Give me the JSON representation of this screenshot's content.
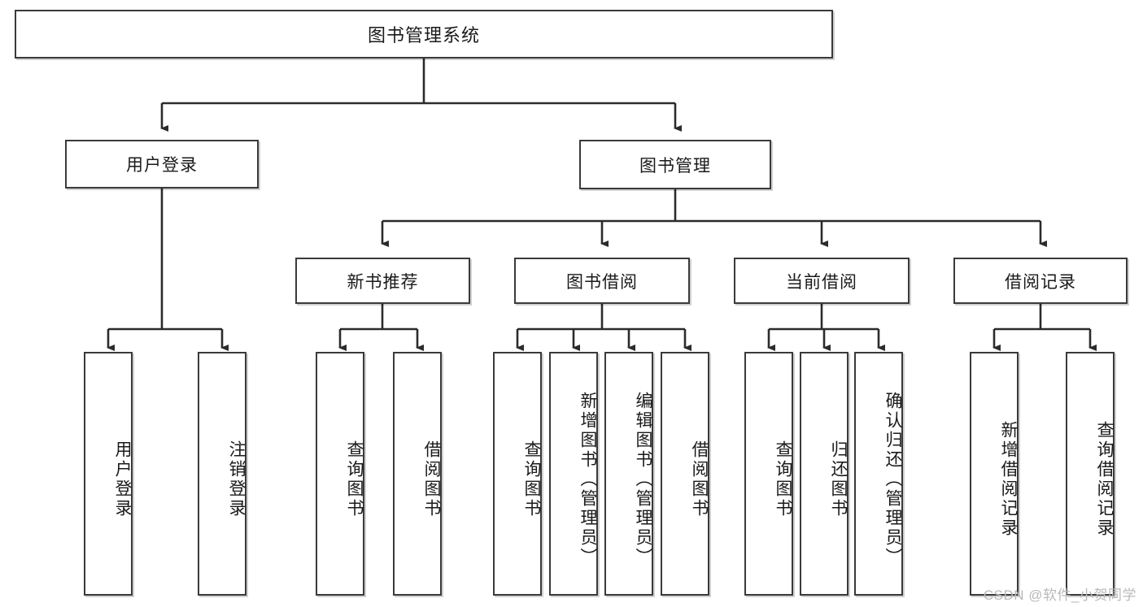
{
  "diagram": {
    "type": "tree-hierarchy",
    "title": "图书管理系统",
    "watermark": "CSDN @软件_小贺同学",
    "colors": {
      "box_border": "#3a3a3a",
      "background": "#ffffff",
      "text": "#1a1a1a",
      "connector": "#2b2b2b",
      "watermark": "#b9b9b9"
    },
    "root": {
      "label": "图书管理系统"
    },
    "level2": [
      {
        "label": "用户登录"
      },
      {
        "label": "图书管理"
      }
    ],
    "level3": [
      {
        "label": "新书推荐"
      },
      {
        "label": "图书借阅"
      },
      {
        "label": "当前借阅"
      },
      {
        "label": "借阅记录"
      }
    ],
    "leaves": {
      "user_login": [
        {
          "label": "用户登录"
        },
        {
          "label": "注销登录"
        }
      ],
      "new_book_recommend": [
        {
          "label": "查询图书"
        },
        {
          "label": "借阅图书"
        }
      ],
      "book_borrow": [
        {
          "label": "查询图书"
        },
        {
          "label": "新增图书（管理员）"
        },
        {
          "label": "编辑图书（管理员）"
        },
        {
          "label": "借阅图书"
        }
      ],
      "current_borrow": [
        {
          "label": "查询图书"
        },
        {
          "label": "归还图书"
        },
        {
          "label": "确认归还（管理员）"
        }
      ],
      "borrow_record": [
        {
          "label": "新增借阅记录"
        },
        {
          "label": "查询借阅记录"
        }
      ]
    }
  }
}
